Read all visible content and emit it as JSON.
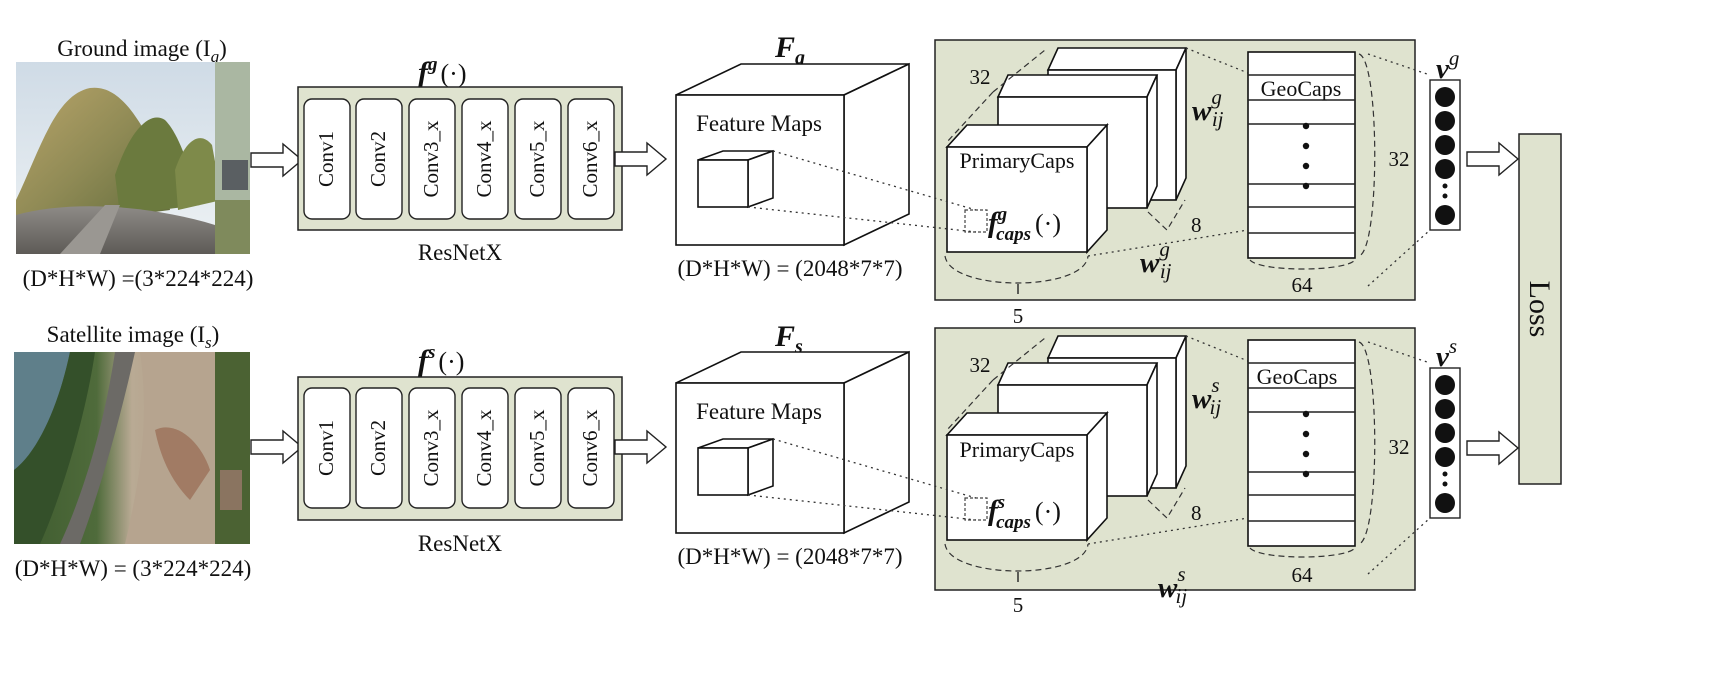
{
  "top": {
    "image_label": "Ground image (I",
    "image_sub": "g",
    "image_dims": "(D*H*W) =(3*224*224)",
    "func_main": "f",
    "func_sup": "g",
    "func_arg": "(·)",
    "backbone": "ResNetX",
    "conv_layers": [
      "Conv1",
      "Conv2",
      "Conv3_x",
      "Conv4_x",
      "Conv5_x",
      "Conv6_x"
    ],
    "feature_title_main": "F",
    "feature_title_sub": "g",
    "feature_maps": "Feature Maps",
    "feature_dims": "(D*H*W) = (2048*7*7)",
    "caps_dim_top": "32",
    "caps_dim_depth": "8",
    "caps_dim_bottom": "5",
    "primary_caps": "PrimaryCaps",
    "caps_func_main": "f",
    "caps_func_sup": "g",
    "caps_func_sub": "caps",
    "caps_func_arg": "(·)",
    "w_main": "w",
    "w_sup": "g",
    "w_sub": "ij",
    "geocaps": "GeoCaps",
    "geocaps_rows": "32",
    "geocaps_cols": "64",
    "vec_main": "v",
    "vec_sup": "g"
  },
  "bottom": {
    "image_label": "Satellite image (I",
    "image_sub": "s",
    "image_dims": "(D*H*W) = (3*224*224)",
    "func_main": "f",
    "func_sup": "s",
    "func_arg": "(·)",
    "backbone": "ResNetX",
    "conv_layers": [
      "Conv1",
      "Conv2",
      "Conv3_x",
      "Conv4_x",
      "Conv5_x",
      "Conv6_x"
    ],
    "feature_title_main": "F",
    "feature_title_sub": "s",
    "feature_maps": "Feature Maps",
    "feature_dims": "(D*H*W) = (2048*7*7)",
    "caps_dim_top": "32",
    "caps_dim_depth": "8",
    "caps_dim_bottom": "5",
    "primary_caps": "PrimaryCaps",
    "caps_func_main": "f",
    "caps_func_sup": "s",
    "caps_func_sub": "caps",
    "caps_func_arg": "(·)",
    "w_main": "w",
    "w_sup": "s",
    "w_sub": "ij",
    "geocaps": "GeoCaps",
    "geocaps_rows": "32",
    "geocaps_cols": "64",
    "vec_main": "v",
    "vec_sup": "s"
  },
  "loss": "Loss",
  "colors": {
    "panel": "#dfe3cf",
    "line": "#222222"
  }
}
